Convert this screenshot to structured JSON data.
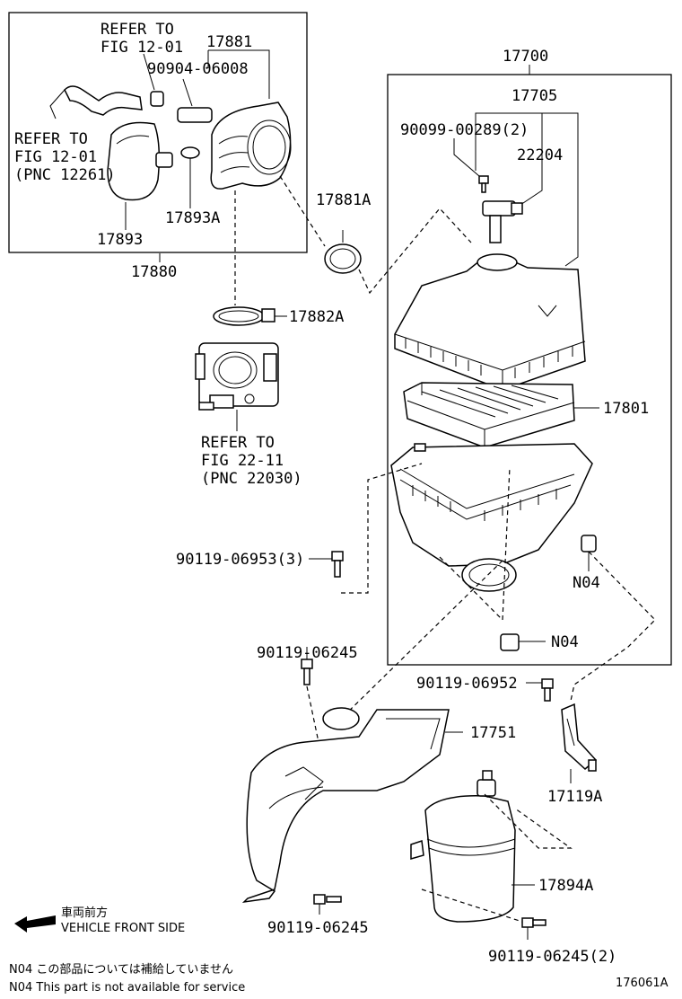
{
  "labels": {
    "refer_fig_12_01_top_a": "REFER TO",
    "refer_fig_12_01_top_b": "FIG 12-01",
    "p17881": "17881",
    "p90904": "90904-06008",
    "refer_pnc12261_a": "REFER TO",
    "refer_pnc12261_b": "FIG 12-01",
    "refer_pnc12261_c": "(PNC 12261)",
    "p17893": "17893",
    "p17893A": "17893A",
    "p17880": "17880",
    "p17881A": "17881A",
    "p17882A": "17882A",
    "refer_22_11_a": "REFER TO",
    "refer_22_11_b": "FIG 22-11",
    "refer_22_11_c": "(PNC 22030)",
    "p17700": "17700",
    "p17705": "17705",
    "p90099": "90099-00289(2)",
    "p22204": "22204",
    "p17801": "17801",
    "p90119_06953": "90119-06953(3)",
    "n04_a": "N04",
    "n04_b": "N04",
    "p90119_06245_top": "90119-06245",
    "p90119_06952": "90119-06952",
    "p17751": "17751",
    "p17119A": "17119A",
    "p17894A": "17894A",
    "p90119_06245_bottom": "90119-06245",
    "p90119_06245_2": "90119-06245(2)",
    "vehicle_front_jp": "車両前方",
    "vehicle_front_en": "VEHICLE FRONT SIDE",
    "note_jp": "N04  この部品については補給していません",
    "note_en": "N04  This part is not available for service",
    "fig_id": "176061A"
  }
}
